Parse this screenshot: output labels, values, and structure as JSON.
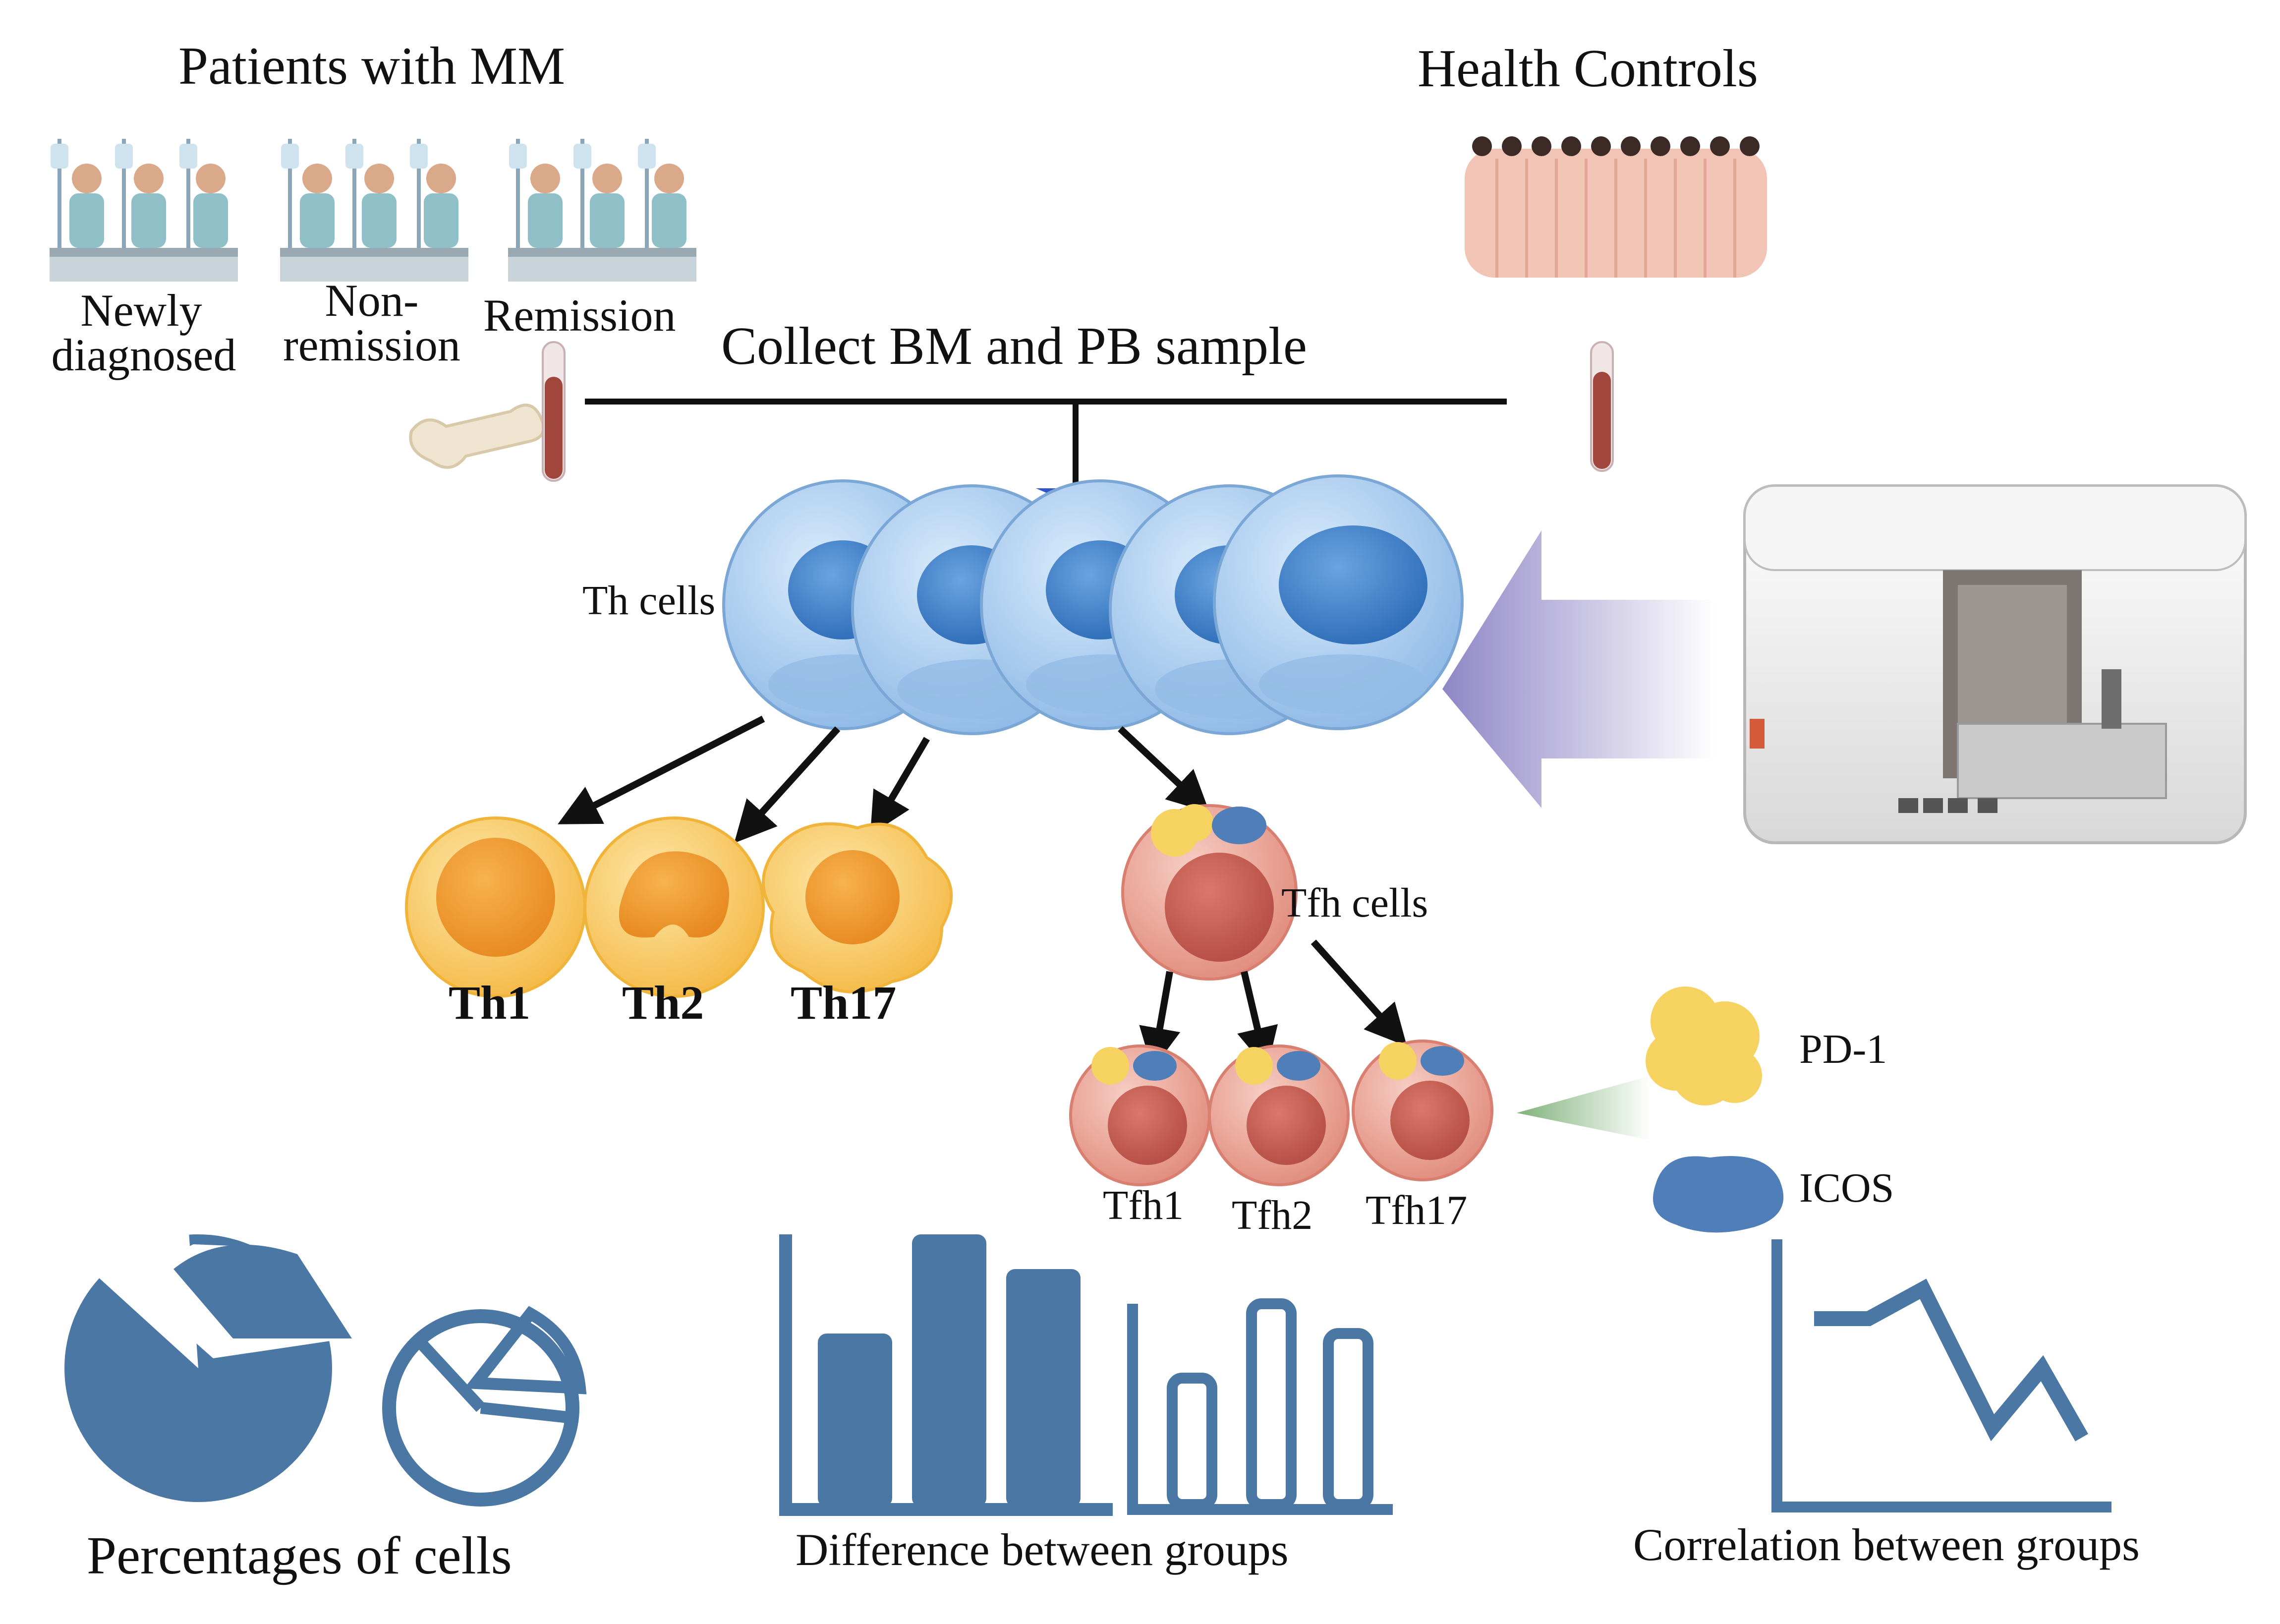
{
  "title_left": "Patients with MM",
  "title_right": "Health Controls",
  "groups": {
    "newly_line1": "Newly",
    "newly_line2": "diagnosed",
    "non_line1": "Non-",
    "non_line2": "remission",
    "remission": "Remission"
  },
  "collect": "Collect BM and PB sample",
  "cells": {
    "th": "Th cells",
    "th1": "Th1",
    "th2": "Th2",
    "th17": "Th17",
    "tfh": "Tfh cells",
    "tfh1": "Tfh1",
    "tfh2": "Tfh2",
    "tfh17": "Tfh17"
  },
  "markers": {
    "pd1": "PD-1",
    "icos": "ICOS"
  },
  "analyses": {
    "percent": "Percentages of cells",
    "difference": "Difference between groups",
    "correlation": "Correlation between groups"
  },
  "colors": {
    "chart_blue": "#4a77a4",
    "cell_blue": "#a9cdee",
    "nucleus_blue": "#3f7fc8",
    "th_yellow": "#f8c75a",
    "tfh_pink": "#e79a8b",
    "arrow_purple": "#8f86c6"
  }
}
